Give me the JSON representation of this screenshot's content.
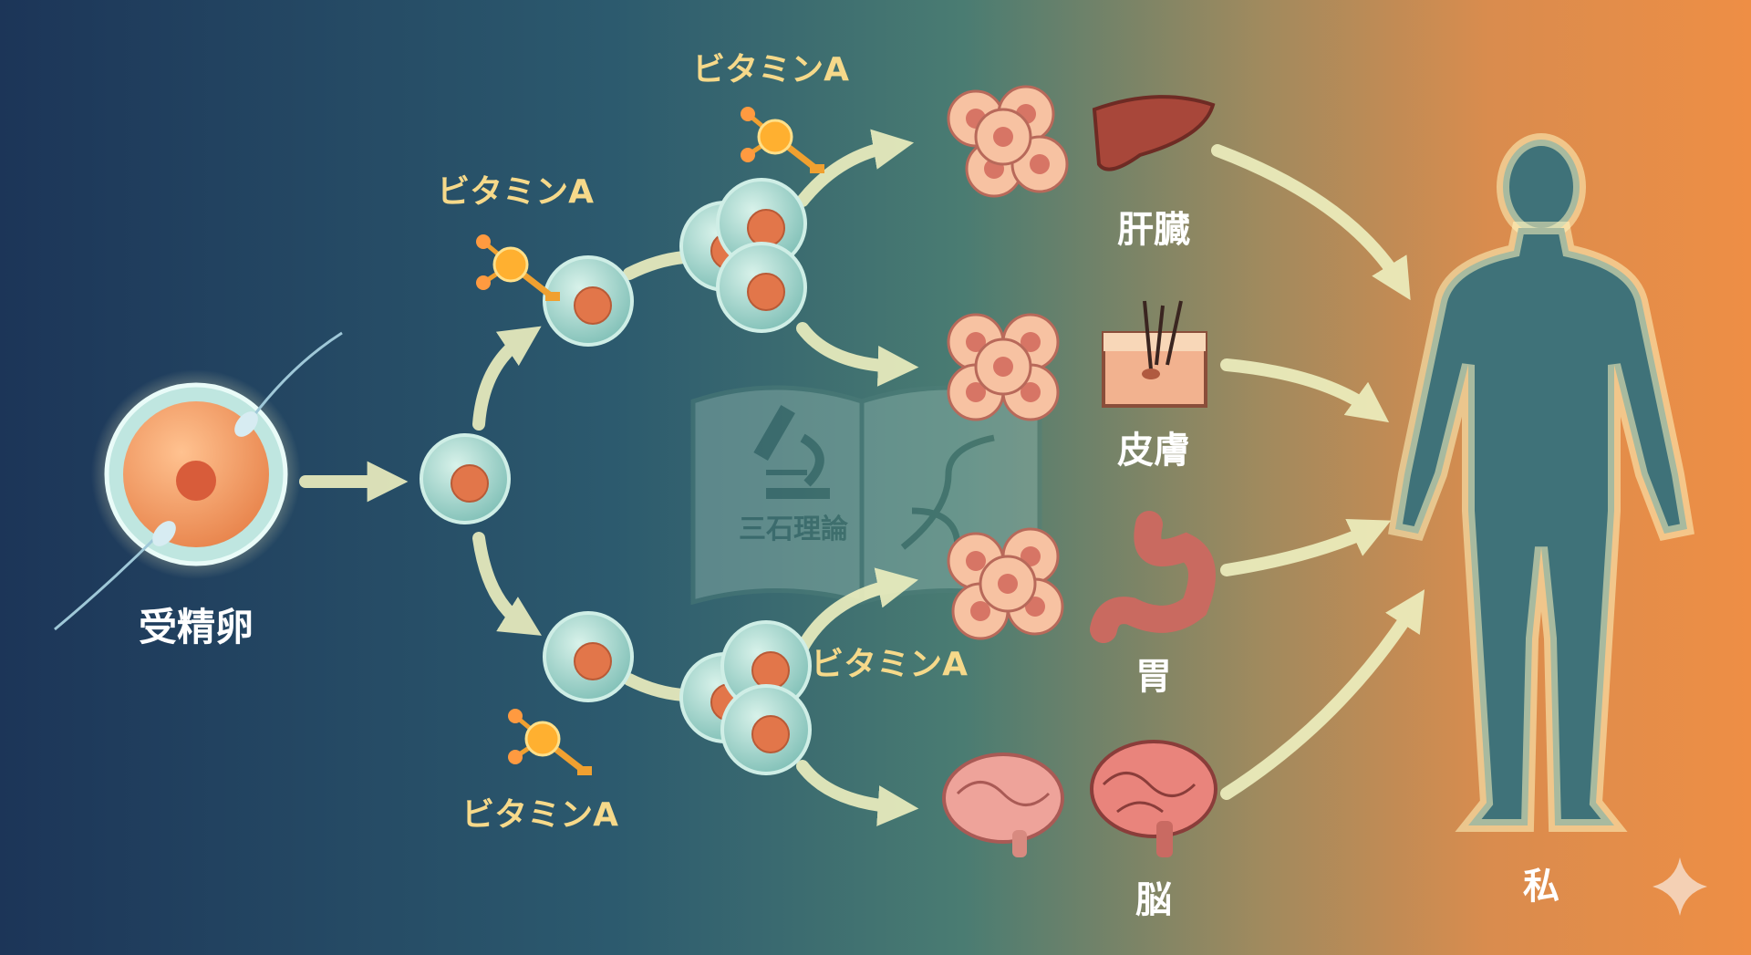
{
  "diagram": {
    "start_label": "受精卵",
    "vitamin_labels": [
      "ビタミンA",
      "ビタミンA",
      "ビタミンA",
      "ビタミンA"
    ],
    "organs": [
      {
        "name": "肝臓",
        "icon": "liver-icon"
      },
      {
        "name": "皮膚",
        "icon": "skin-icon"
      },
      {
        "name": "胃",
        "icon": "stomach-icon"
      },
      {
        "name": "脳",
        "icon": "brain-icon"
      }
    ],
    "end_label": "私",
    "watermark_text": "三石理論",
    "colors": {
      "left": "#1c3558",
      "middle": "#3e7270",
      "right": "#ee8e45",
      "label": "#f6d98a",
      "arrow": "#eef0c0"
    }
  }
}
